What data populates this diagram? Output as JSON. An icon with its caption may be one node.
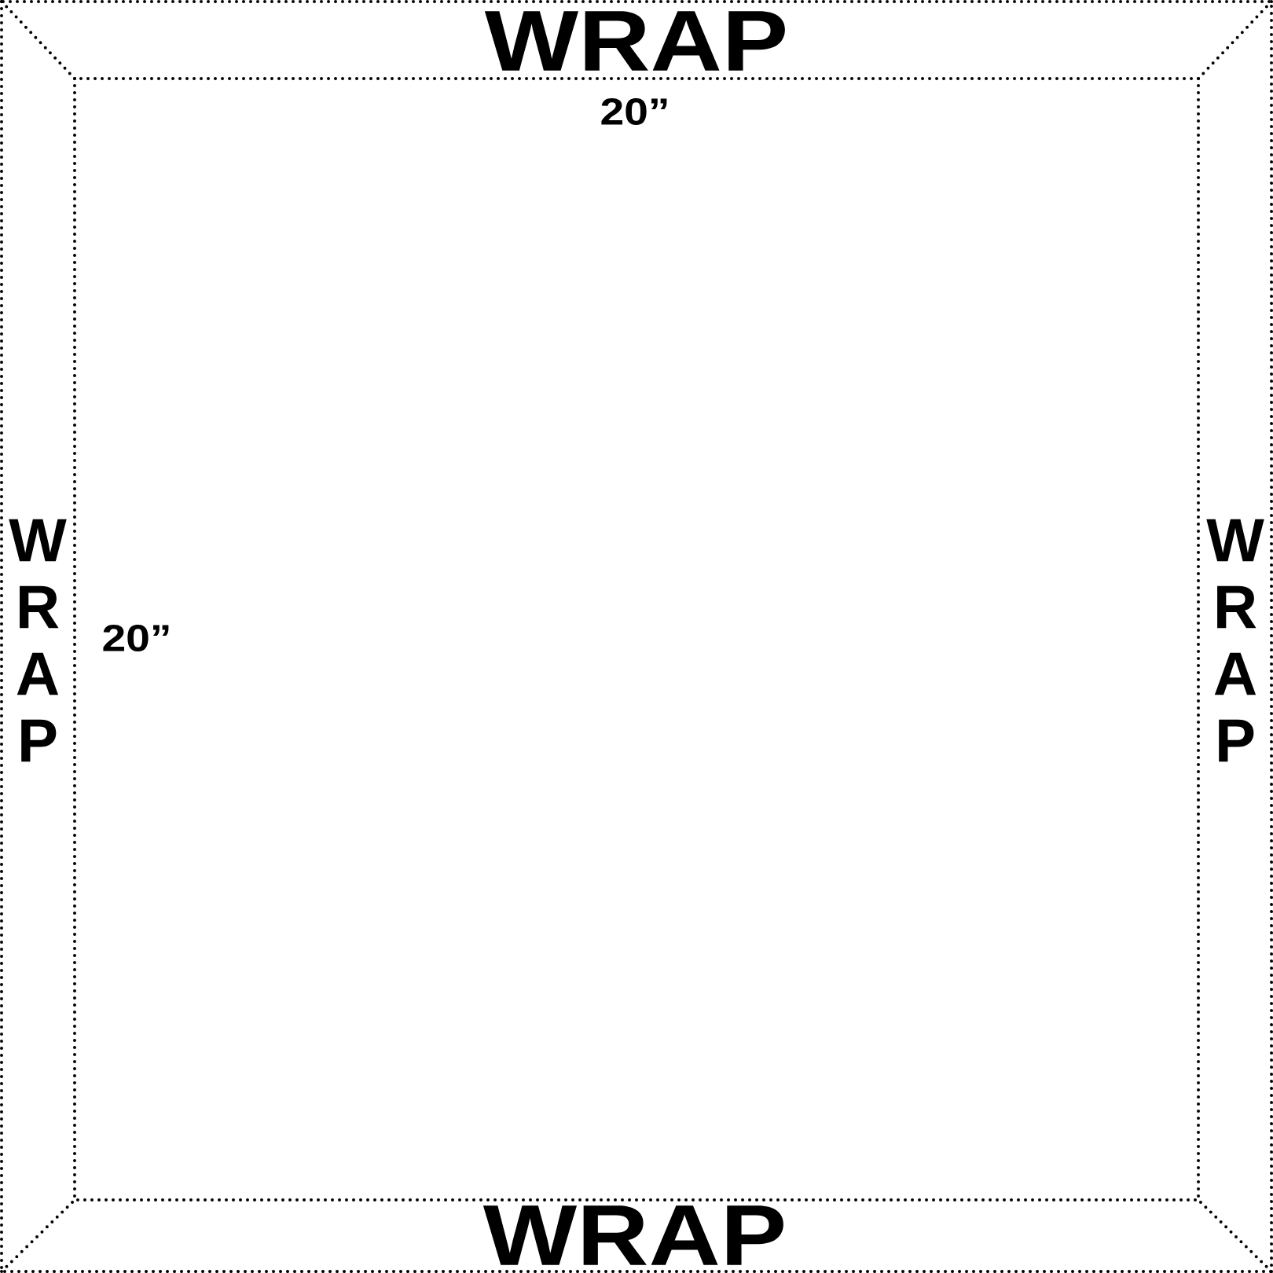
{
  "diagram": {
    "labels": [
      "WRAP",
      "20”",
      "WRAP",
      "20”",
      "WRAP",
      "WRAP"
    ]
  }
}
